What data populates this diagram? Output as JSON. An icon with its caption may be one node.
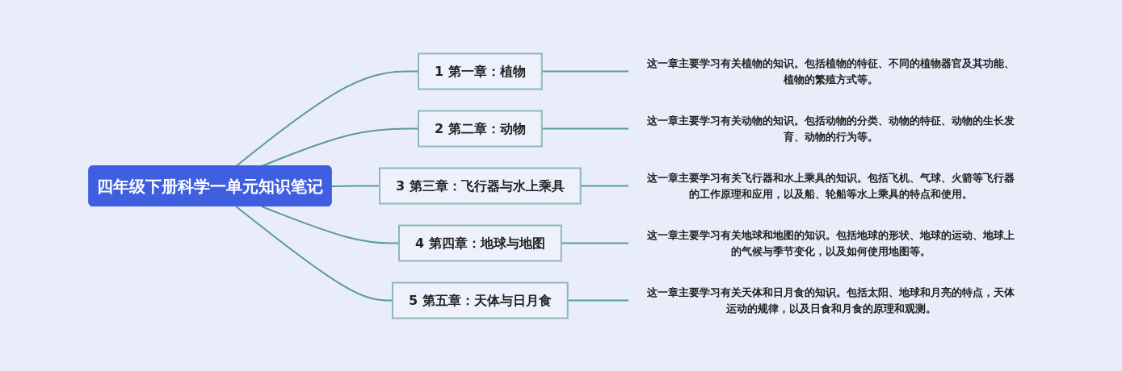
{
  "diagram": {
    "nodes": [
      {
        "text": [
          "四年级下册科学一单元知识笔记"
        ]
      },
      {
        "text": [
          "1",
          "第一章：植物"
        ]
      },
      {
        "text": [
          "这一章主要学习有关植物的知识。包括植物的特征、不同的植物器官及其功能、植物的繁殖方式等。"
        ]
      },
      {
        "text": [
          "2",
          "第二章：动物"
        ]
      },
      {
        "text": [
          "这一章主要学习有关动物的知识。包括动物的分类、动物的特征、动物的生长发育、动物的行为等。"
        ]
      },
      {
        "text": [
          "3",
          "第三章：飞行器与水上乘具"
        ]
      },
      {
        "text": [
          "这一章主要学习有关飞行器和水上乘具的知识。包括飞机、气球、火箭等飞行器的工作原理和应用，以及船、轮船等水上乘具的特点和使用。"
        ]
      },
      {
        "text": [
          "4",
          "第四章：地球与地图"
        ]
      },
      {
        "text": [
          "这一章主要学习有关地球和地图的知识。包括地球的形状、地球的运动、地球上的气候与季节变化，以及如何使用地图等。"
        ]
      },
      {
        "text": [
          "5",
          "第五章：天体与日月食"
        ]
      },
      {
        "text": [
          "这一章主要学习有关天体和日月食的知识。包括太阳、地球和月亮的特点，天体运动的规律，以及日食和月食的原理和观测。"
        ]
      }
    ],
    "edges": [
      {
        "from": 0,
        "to": 1,
        "arrow": "none"
      },
      {
        "from": 1,
        "to": 2,
        "arrow": "none"
      },
      {
        "from": 0,
        "to": 3,
        "arrow": "none"
      },
      {
        "from": 3,
        "to": 4,
        "arrow": "none"
      },
      {
        "from": 0,
        "to": 5,
        "arrow": "none"
      },
      {
        "from": 5,
        "to": 6,
        "arrow": "none"
      },
      {
        "from": 0,
        "to": 7,
        "arrow": "none"
      },
      {
        "from": 7,
        "to": 8,
        "arrow": "none"
      },
      {
        "from": 0,
        "to": 9,
        "arrow": "none"
      },
      {
        "from": 9,
        "to": 10,
        "arrow": "none"
      }
    ]
  }
}
